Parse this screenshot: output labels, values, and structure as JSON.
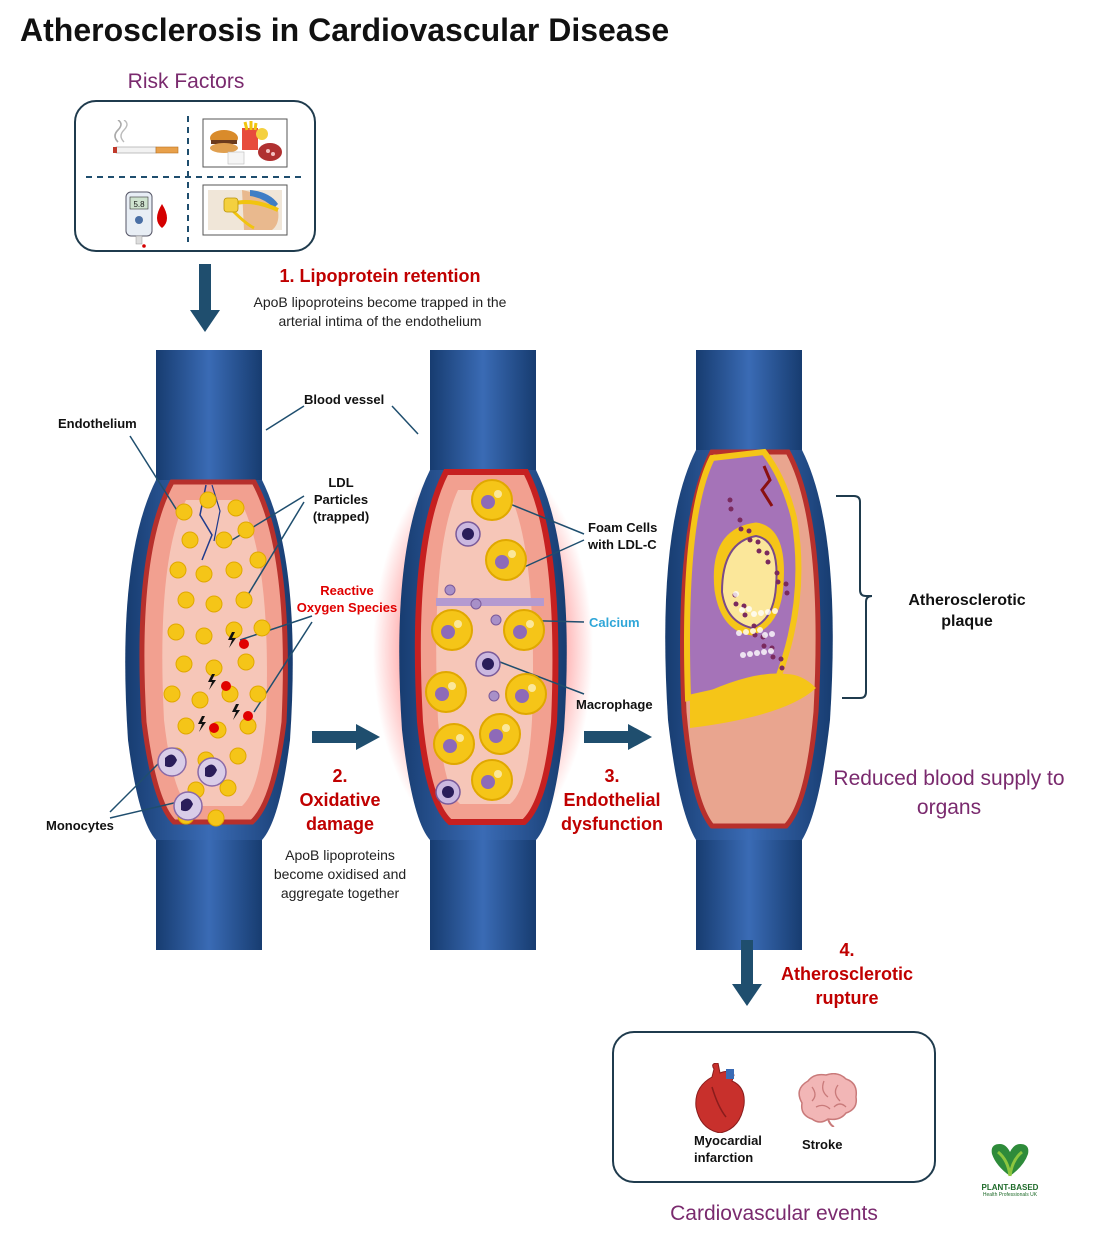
{
  "title": "Atherosclerosis in Cardiovascular Disease",
  "risk_factors": {
    "heading": "Risk Factors",
    "items": [
      {
        "icon": "cigarette-icon"
      },
      {
        "icon": "junk-food-icon"
      },
      {
        "icon": "glucose-meter-icon",
        "readout": "5.8"
      },
      {
        "icon": "waist-measure-icon"
      }
    ]
  },
  "steps": {
    "s1": {
      "title": "1. Lipoprotein retention",
      "desc_1": "ApoB lipoproteins become trapped in the",
      "desc_2": "arterial intima of the endothelium"
    },
    "s2": {
      "num": "2.",
      "title_1": "Oxidative",
      "title_2": "damage",
      "desc_1": "ApoB lipoproteins",
      "desc_2": "become oxidised and",
      "desc_3": "aggregate together"
    },
    "s3": {
      "num": "3.",
      "title_1": "Endothelial",
      "title_2": "dysfunction"
    },
    "s4": {
      "num": "4.",
      "title_1": "Atherosclerotic",
      "title_2": "rupture"
    }
  },
  "labels": {
    "endothelium": "Endothelium",
    "blood_vessel": "Blood vessel",
    "ldl_1": "LDL",
    "ldl_2": "Particles",
    "ldl_3": "(trapped)",
    "ros_1": "Reactive",
    "ros_2": "Oxygen Species",
    "monocytes": "Monocytes",
    "foam_1": "Foam Cells",
    "foam_2": "with LDL-C",
    "calcium": "Calcium",
    "macrophage": "Macrophage",
    "plaque_1": "Atherosclerotic",
    "plaque_2": "plaque"
  },
  "outcome": {
    "line_1": "Reduced blood supply to",
    "line_2": "organs"
  },
  "events": {
    "heading": "Cardiovascular events",
    "mi_1": "Myocardial",
    "mi_2": "infarction",
    "stroke": "Stroke"
  },
  "logo": {
    "line_1": "PLANT-BASED",
    "line_2": "Health Professionals UK"
  },
  "colors": {
    "vessel": "#1f4e8c",
    "vessel_light": "#5d8bd0",
    "heading_purple": "#7a2a6e",
    "step_red": "#c00000",
    "arrow": "#1f4e6e",
    "ldl_yellow": "#f5c518",
    "calcium_blue": "#2fa6d8"
  }
}
